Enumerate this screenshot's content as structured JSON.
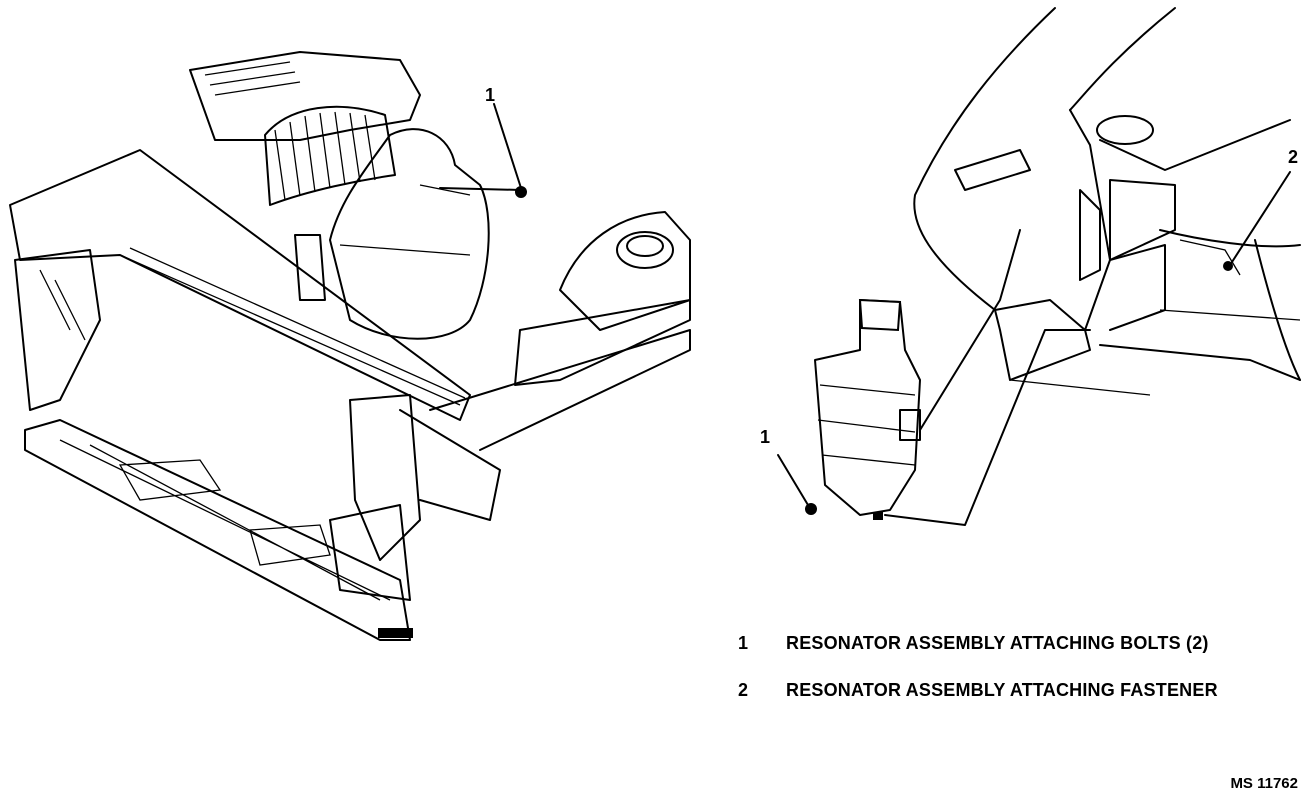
{
  "callouts": {
    "left_1": "1",
    "right_1": "1",
    "right_2": "2"
  },
  "legend": [
    {
      "number": "1",
      "text": "RESONATOR ASSEMBLY ATTACHING BOLTS (2)"
    },
    {
      "number": "2",
      "text": "RESONATOR ASSEMBLY ATTACHING FASTENER"
    }
  ],
  "figure_id": "MS 11762"
}
